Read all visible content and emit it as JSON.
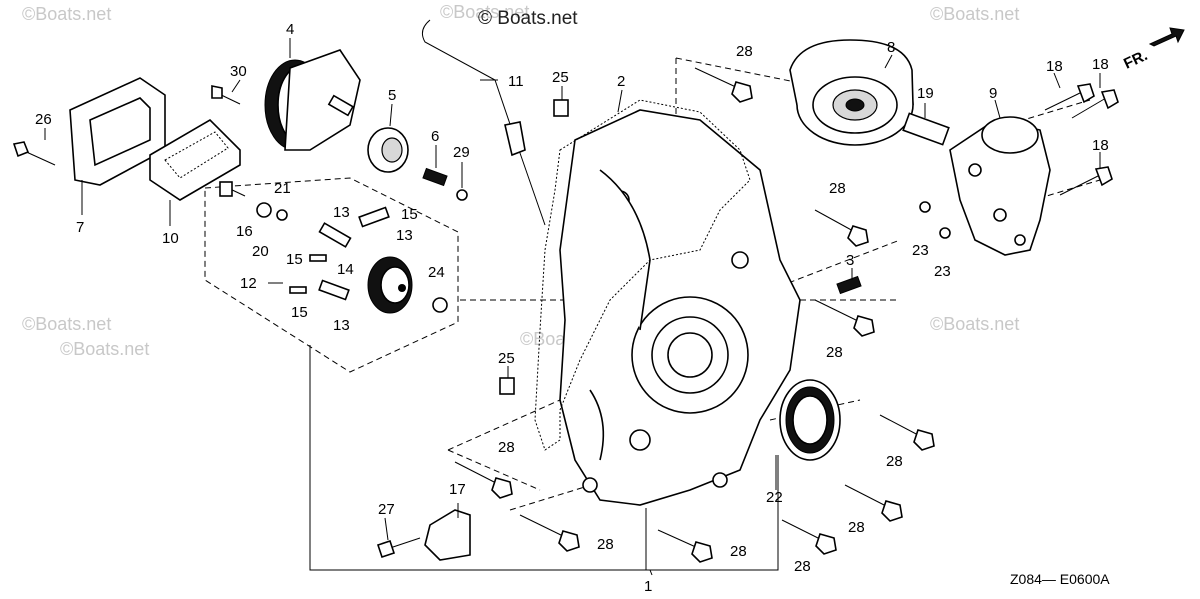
{
  "watermark": {
    "main": "© Boats.net",
    "tiles": [
      "©Boats.net",
      "©Boats.net",
      "©Boats.net",
      "©Boats.net",
      "©Boats.net",
      "©Boats.net",
      "©Boats.net"
    ]
  },
  "front_indicator": "FR.",
  "diagram_code": "Z084— E0600A",
  "callouts": {
    "c1": "1",
    "c2": "2",
    "c3": "3",
    "c4": "4",
    "c5": "5",
    "c6": "6",
    "c7": "7",
    "c8": "8",
    "c9": "9",
    "c10": "10",
    "c11": "11",
    "c12": "12",
    "c13a": "13",
    "c13b": "13",
    "c13c": "13",
    "c14": "14",
    "c15a": "15",
    "c15b": "15",
    "c15c": "15",
    "c16": "16",
    "c17": "17",
    "c18a": "18",
    "c18b": "18",
    "c18c": "18",
    "c19": "19",
    "c20": "20",
    "c21": "21",
    "c22": "22",
    "c23a": "23",
    "c23b": "23",
    "c24": "24",
    "c25a": "25",
    "c25b": "25",
    "c26": "26",
    "c27": "27",
    "c28a": "28",
    "c28b": "28",
    "c28c": "28",
    "c28d": "28",
    "c28e": "28",
    "c28f": "28",
    "c28g": "28",
    "c28h": "28",
    "c28i": "28",
    "c29": "29",
    "c30": "30"
  },
  "icons": {
    "front_arrow": "arrow-right-icon"
  }
}
